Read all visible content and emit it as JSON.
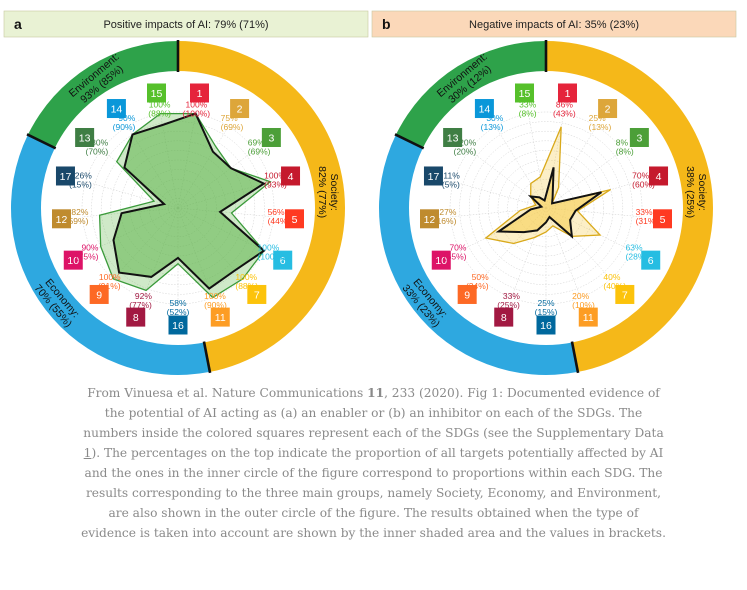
{
  "panels": [
    {
      "letter": "a",
      "header": "Positive impacts of AI:  79% (71%)",
      "header_color": "#e9f2d4",
      "fill_color": "#5fb54a",
      "fill_opacity": 0.55,
      "stroke_color": "#3a9a3a",
      "groups": [
        {
          "key": "society",
          "label": "Society:",
          "value": "82% (77%)",
          "color": "#f5b819"
        },
        {
          "key": "economy",
          "label": "Economy:",
          "value": "70% (55%)",
          "color": "#2ea8e0"
        },
        {
          "key": "environment",
          "label": "Environment:",
          "value": "93% (85%)",
          "color": "#2ea24a"
        }
      ]
    },
    {
      "letter": "b",
      "header": "Negative impacts of AI:  35% (23%)",
      "header_color": "#fbd8b9",
      "fill_color": "#f6cf55",
      "fill_opacity": 0.6,
      "stroke_color": "#d9a91a",
      "groups": [
        {
          "key": "society",
          "label": "Society:",
          "value": "38% (25%)",
          "color": "#f5b819"
        },
        {
          "key": "economy",
          "label": "Economy:",
          "value": "33% (23%)",
          "color": "#2ea8e0"
        },
        {
          "key": "environment",
          "label": "Environment:",
          "value": "30% (12%)",
          "color": "#2ea24a"
        }
      ]
    }
  ],
  "sdgs": [
    {
      "n": "1",
      "color": "#e5243b"
    },
    {
      "n": "2",
      "color": "#dda63a"
    },
    {
      "n": "3",
      "color": "#4c9f38"
    },
    {
      "n": "4",
      "color": "#c5192d"
    },
    {
      "n": "5",
      "color": "#ff3a21"
    },
    {
      "n": "6",
      "color": "#26bde2"
    },
    {
      "n": "7",
      "color": "#fcc30b"
    },
    {
      "n": "11",
      "color": "#fd9d24"
    },
    {
      "n": "16",
      "color": "#00689d"
    },
    {
      "n": "8",
      "color": "#a21942"
    },
    {
      "n": "9",
      "color": "#fd6925"
    },
    {
      "n": "10",
      "color": "#dd1367"
    },
    {
      "n": "12",
      "color": "#bf8b2e"
    },
    {
      "n": "17",
      "color": "#19486a"
    },
    {
      "n": "13",
      "color": "#3f7e44"
    },
    {
      "n": "14",
      "color": "#0a97d9"
    },
    {
      "n": "15",
      "color": "#56c02b"
    }
  ],
  "chart_data": [
    {
      "type": "radar",
      "categories": [
        "1",
        "2",
        "3",
        "4",
        "5",
        "6",
        "7",
        "11",
        "16",
        "8",
        "9",
        "10",
        "12",
        "17",
        "13",
        "14",
        "15"
      ],
      "ylim": [
        0,
        100
      ],
      "series": [
        {
          "values": [
            100,
            75,
            69,
            100,
            56,
            100,
            100,
            100,
            58,
            92,
            100,
            90,
            82,
            26,
            80,
            90,
            100
          ]
        },
        {
          "values": [
            100,
            69,
            69,
            93,
            44,
            100,
            88,
            90,
            52,
            77,
            91,
            75,
            59,
            15,
            70,
            90,
            88
          ]
        }
      ],
      "value_labels": [
        [
          "100%",
          "(100%)"
        ],
        [
          "75%",
          "(69%)"
        ],
        [
          "69%",
          "(69%)"
        ],
        [
          "100%",
          "(93%)"
        ],
        [
          "56%",
          "(44%)"
        ],
        [
          "100%",
          "(100%)"
        ],
        [
          "100%",
          "(88%)"
        ],
        [
          "100%",
          "(90%)"
        ],
        [
          "58%",
          "(52%)"
        ],
        [
          "92%",
          "(77%)"
        ],
        [
          "100%",
          "(91%)"
        ],
        [
          "90%",
          "(75%)"
        ],
        [
          "82%",
          "(59%)"
        ],
        [
          "26%",
          "(15%)"
        ],
        [
          "80%",
          "(70%)"
        ],
        [
          "90%",
          "(90%)"
        ],
        [
          "100%",
          "(88%)"
        ]
      ]
    },
    {
      "type": "radar",
      "categories": [
        "1",
        "2",
        "3",
        "4",
        "5",
        "6",
        "7",
        "11",
        "16",
        "8",
        "9",
        "10",
        "12",
        "17",
        "13",
        "14",
        "15"
      ],
      "ylim": [
        0,
        100
      ],
      "series": [
        {
          "values": [
            86,
            25,
            8,
            70,
            33,
            63,
            40,
            20,
            25,
            33,
            50,
            70,
            27,
            11,
            20,
            30,
            33
          ]
        },
        {
          "values": [
            43,
            13,
            8,
            60,
            31,
            28,
            40,
            10,
            15,
            25,
            34,
            55,
            16,
            5,
            20,
            13,
            8
          ]
        }
      ],
      "value_labels": [
        [
          "86%",
          "(43%)"
        ],
        [
          "25%",
          "(13%)"
        ],
        [
          "8%",
          "(8%)"
        ],
        [
          "70%",
          "(60%)"
        ],
        [
          "33%",
          "(31%)"
        ],
        [
          "63%",
          "(28%)"
        ],
        [
          "40%",
          "(40%)"
        ],
        [
          "20%",
          "(10%)"
        ],
        [
          "25%",
          "(15%)"
        ],
        [
          "33%",
          "(25%)"
        ],
        [
          "50%",
          "(34%)"
        ],
        [
          "70%",
          "(55%)"
        ],
        [
          "27%",
          "(16%)"
        ],
        [
          "11%",
          "(5%)"
        ],
        [
          "20%",
          "(20%)"
        ],
        [
          "30%",
          "(13%)"
        ],
        [
          "33%",
          "(8%)"
        ]
      ]
    }
  ],
  "caption": {
    "intro": "From Vinuesa et al. Nature Communications ",
    "volume": "11",
    "rest1": ", 233 (2020). Fig 1: Documented evidence of the potential of AI acting as (a) an enabler or (b) an inhibitor on each of the SDGs. The numbers inside the colored squares represent each of the SDGs (see the Supplementary Data ",
    "link": "1",
    "rest2": "). The percentages on the top indicate the proportion of all targets potentially affected by AI and the ones in the inner circle of the figure correspond to proportions within each SDG. The results corresponding to the three main groups, namely Society, Economy, and Environment, are also shown in the outer circle of the figure. The results obtained when the type of evidence is taken into account are shown by the inner shaded area and the values in brackets."
  }
}
